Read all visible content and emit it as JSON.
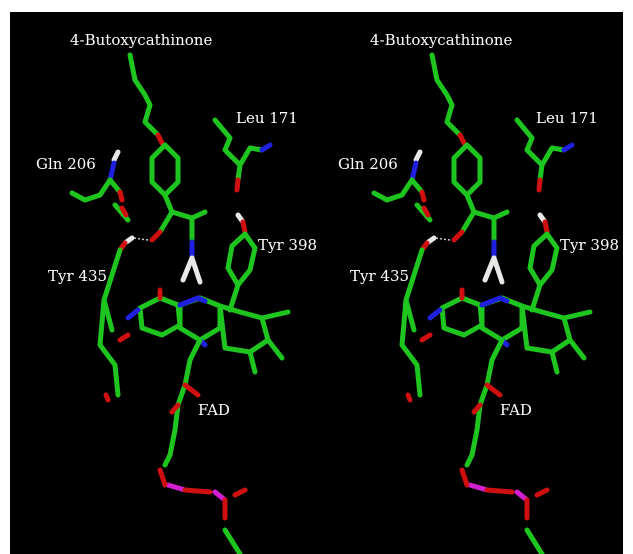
{
  "figure": {
    "background": "#000000",
    "panels": [
      {
        "id": "left",
        "labels": {
          "ligand": "4-Butoxycathinone",
          "leu171": "Leu 171",
          "gln206": "Gln 206",
          "tyr398": "Tyr 398",
          "tyr435": "Tyr 435",
          "fad": "FAD"
        }
      },
      {
        "id": "right",
        "labels": {
          "ligand": "4-Butoxycathinone",
          "leu171": "Leu 171",
          "gln206": "Gln 206",
          "tyr398": "Tyr 398",
          "tyr435": "Tyr 435",
          "fad": "FAD"
        }
      }
    ],
    "colors": {
      "carbon": "#1fc51f",
      "oxygen": "#d01010",
      "nitrogen": "#2020e0",
      "phosphorus": "#d020d0",
      "hydrogen": "#e8e8e8",
      "hbond": "#cfcfcf"
    }
  }
}
